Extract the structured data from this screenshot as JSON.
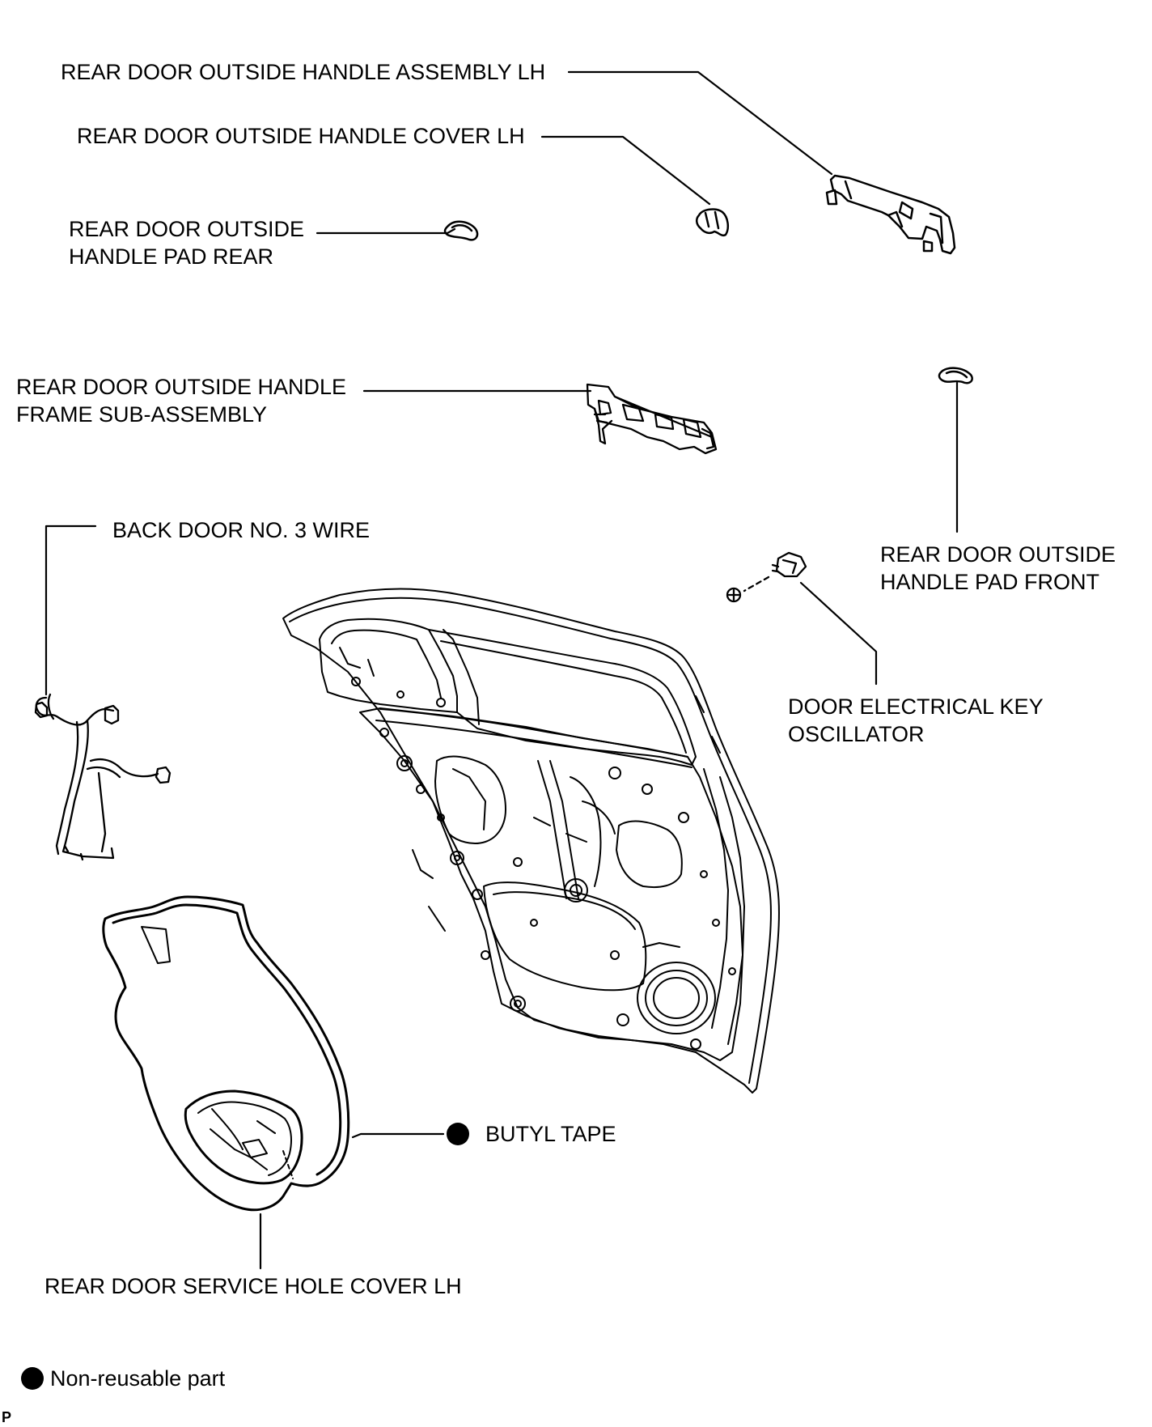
{
  "diagram": {
    "labels": {
      "outside_handle_assembly": "REAR DOOR OUTSIDE HANDLE ASSEMBLY LH",
      "outside_handle_cover": "REAR DOOR OUTSIDE HANDLE COVER LH",
      "handle_pad_rear": [
        "REAR DOOR OUTSIDE",
        "HANDLE PAD REAR"
      ],
      "handle_frame": [
        "REAR DOOR OUTSIDE HANDLE",
        "FRAME SUB-ASSEMBLY"
      ],
      "back_door_wire": "BACK DOOR NO. 3 WIRE",
      "handle_pad_front": [
        "REAR DOOR OUTSIDE",
        "HANDLE PAD FRONT"
      ],
      "key_oscillator": [
        "DOOR ELECTRICAL KEY",
        "OSCILLATOR"
      ],
      "butyl_tape": "BUTYL TAPE",
      "service_hole_cover": "REAR DOOR SERVICE HOLE COVER LH"
    },
    "legend": {
      "symbol": "filled-circle-icon",
      "text": "Non-reusable part"
    },
    "corner_mark": "P"
  }
}
